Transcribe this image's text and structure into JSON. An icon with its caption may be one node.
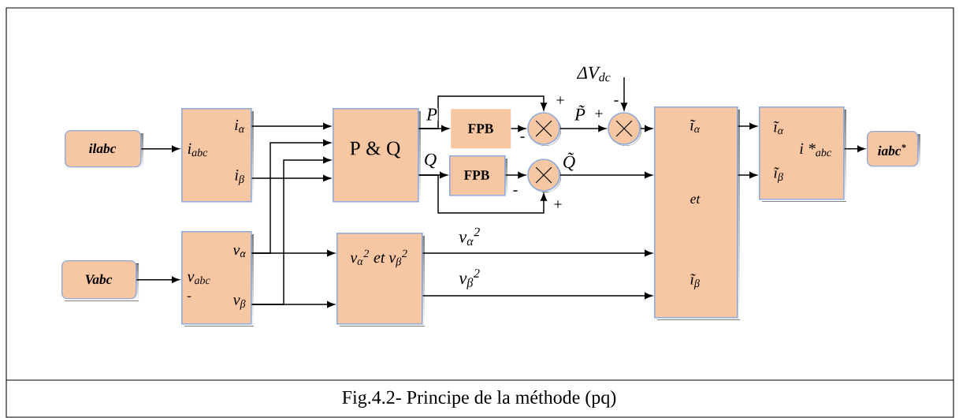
{
  "diagram": {
    "caption": "Fig.4.2- Principe de la méthode (pq)",
    "nodes": [
      {
        "text": [
          "ilabc"
        ]
      },
      {
        "text": [
          "Vabc"
        ]
      },
      {
        "text": [
          "i$_{abc}$",
          "i$_{α}$",
          "i$_{β}$"
        ]
      },
      {
        "text": [
          "v$_{abc}$",
          "-",
          "v$_{α}$",
          "v$_{β}$"
        ]
      },
      {
        "text": [
          "P & Q"
        ]
      },
      {
        "text": [
          "v$_{α}$$^{2}$ et v$_{β}$$^{2}$"
        ]
      },
      {
        "text": [
          "FPB"
        ]
      },
      {
        "text": [
          "FPB"
        ]
      },
      {
        "text": [],
        "shape": "circle"
      },
      {
        "text": [],
        "shape": "circle"
      },
      {
        "text": [],
        "shape": "circle"
      },
      {
        "text": [
          "ĩ$_{α}$",
          "et",
          "ĩ$_{β}$"
        ]
      },
      {
        "text": [
          "ĩ$_{α}$",
          "ĩ$_{β}$",
          "i *$_{abc}$"
        ]
      },
      {
        "text": [
          "iabc$^{*}$"
        ]
      }
    ],
    "edges": [
      {
        "from": 0,
        "to": 2,
        "arrow": "to"
      },
      {
        "from": 1,
        "to": 3,
        "arrow": "to"
      },
      {
        "from": 2,
        "to": 4,
        "arrow": "to"
      },
      {
        "from": 2,
        "to": 4,
        "arrow": "to"
      },
      {
        "from": 3,
        "to": 4,
        "arrow": "to"
      },
      {
        "from": 3,
        "to": 4,
        "arrow": "to"
      },
      {
        "from": 3,
        "to": 5,
        "arrow": "to"
      },
      {
        "from": 3,
        "to": 5,
        "arrow": "to"
      },
      {
        "from": 4,
        "to": 6,
        "arrow": "to",
        "label": "P"
      },
      {
        "from": 4,
        "to": 8,
        "arrow": "to"
      },
      {
        "from": 6,
        "to": 8,
        "arrow": "to"
      },
      {
        "from": 8,
        "to": 9,
        "arrow": "to",
        "label": "P̃"
      },
      {
        "from": null,
        "to": 9,
        "arrow": "to",
        "label": "ΔV$_{dc}$"
      },
      {
        "from": 9,
        "to": 11,
        "arrow": "to"
      },
      {
        "from": 4,
        "to": 7,
        "arrow": "to",
        "label": "Q"
      },
      {
        "from": 4,
        "to": 10,
        "arrow": "to"
      },
      {
        "from": 7,
        "to": 10,
        "arrow": "to"
      },
      {
        "from": 10,
        "to": 11,
        "arrow": "to",
        "label": "Q̃"
      },
      {
        "from": 5,
        "to": 11,
        "arrow": "to",
        "label": "v$_{α}$$^{2}$"
      },
      {
        "from": 5,
        "to": 11,
        "arrow": "to",
        "label": "v$_{β}$$^{2}$"
      },
      {
        "from": 11,
        "to": 12,
        "arrow": "to"
      },
      {
        "from": 11,
        "to": 12,
        "arrow": "to"
      },
      {
        "from": 12,
        "to": 13,
        "arrow": "to"
      }
    ],
    "labels": [
      "+",
      "-",
      "+",
      "-",
      "-",
      "+"
    ]
  }
}
